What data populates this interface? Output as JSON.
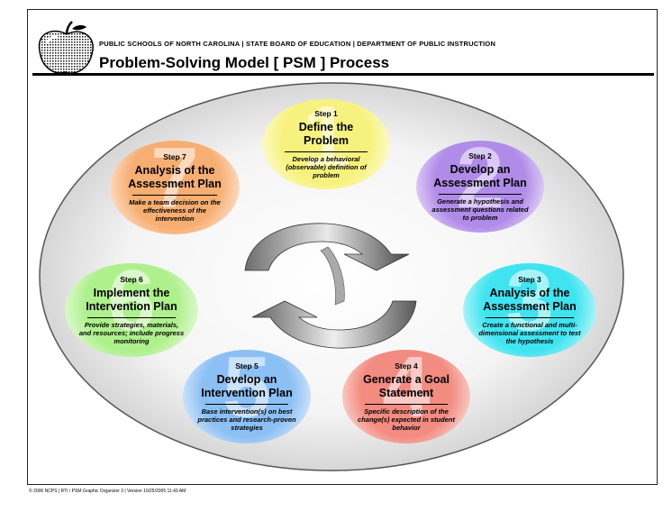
{
  "header": {
    "agency": "PUBLIC SCHOOLS OF NORTH CAROLINA | STATE BOARD OF EDUCATION | DEPARTMENT OF PUBLIC INSTRUCTION",
    "title": "Problem-Solving Model [ PSM ] Process"
  },
  "steps": [
    {
      "label": "Step 1",
      "name": "Define the Problem",
      "desc": "Develop a behavioral (observable) definition of problem",
      "digit": "1",
      "color": "#f7f27e"
    },
    {
      "label": "Step 2",
      "name": "Develop an Assessment Plan",
      "desc": "Generate a hypothesis and assessment questions related to problem",
      "digit": "2",
      "color": "#b08be8"
    },
    {
      "label": "Step 3",
      "name": "Analysis of the Assessment Plan",
      "desc": "Create a functional and multi-dimensional assessment to test the hypothesis",
      "digit": "3",
      "color": "#3fe4f0"
    },
    {
      "label": "Step 4",
      "name": "Generate a Goal Statement",
      "desc": "Specific description of the change(s) expected in student behavior",
      "digit": "4",
      "color": "#f28b80"
    },
    {
      "label": "Step 5",
      "name": "Develop an Intervention Plan",
      "desc": "Base intervention(s) on best practices and research-proven strategies",
      "digit": "5",
      "color": "#8cc0f4"
    },
    {
      "label": "Step 6",
      "name": "Implement the Intervention Plan",
      "desc": "Provide strategies, materials, and resources; include progress monitoring",
      "digit": "6",
      "color": "#aef08c"
    },
    {
      "label": "Step 7",
      "name": "Analysis of the Assessment Plan",
      "desc": "Make a team decision on the effectiveness of the intervention",
      "digit": "7",
      "color": "#f7ae72"
    }
  ],
  "footer": {
    "text": "© 2006 NCPS | RTI / PSM Graphic Organizer 3 | Version 10/25/2005 11:43 AM"
  }
}
